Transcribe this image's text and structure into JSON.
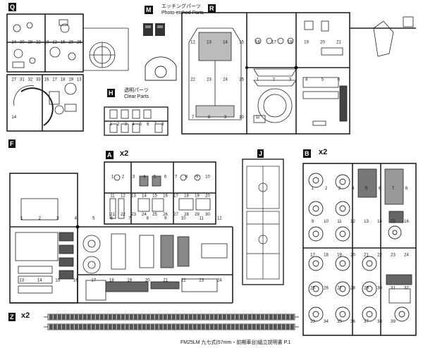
{
  "sprues": {
    "Q": {
      "label": "Q"
    },
    "M": {
      "label": "M",
      "title_jp": "エッチングパーツ",
      "title_en": "Photo-etched Parts"
    },
    "R": {
      "label": "R"
    },
    "H": {
      "label": "H",
      "title_jp": "透明パーツ",
      "title_en": "Clear Parts"
    },
    "F": {
      "label": "F"
    },
    "A": {
      "label": "A",
      "multiplier": "x2"
    },
    "J": {
      "label": "J"
    },
    "B": {
      "label": "B",
      "multiplier": "x2"
    },
    "Z": {
      "label": "Z",
      "multiplier": "x2"
    }
  },
  "footer": "FM25LM 九七式(57mm・前期車台)組立説明書 P.1",
  "part_numbers": {
    "Q": [
      "24",
      "30",
      "28",
      "22",
      "10",
      "12",
      "15",
      "20",
      "26",
      "27",
      "31",
      "32",
      "33",
      "16",
      "17",
      "18",
      "19",
      "13",
      "14"
    ],
    "R": [
      "12",
      "13",
      "14",
      "15",
      "16",
      "17",
      "18",
      "19",
      "20",
      "21",
      "22",
      "23",
      "24",
      "25",
      "1",
      "2",
      "3",
      "4",
      "5",
      "6",
      "7",
      "8",
      "9",
      "10",
      "11"
    ],
    "H": [
      "1",
      "2",
      "3",
      "4",
      "5",
      "6",
      "7",
      "8"
    ],
    "F": [
      "1",
      "2",
      "3",
      "4",
      "5",
      "6",
      "7",
      "8",
      "9",
      "10",
      "11",
      "12",
      "13",
      "14",
      "15",
      "16",
      "17",
      "18",
      "19",
      "20",
      "21",
      "22",
      "23",
      "24"
    ],
    "A": [
      "1",
      "2",
      "3",
      "4",
      "5",
      "6",
      "7",
      "8",
      "9",
      "10",
      "11",
      "12",
      "13",
      "14",
      "15",
      "16",
      "17",
      "18",
      "19",
      "20",
      "21",
      "22",
      "23",
      "24",
      "25",
      "26",
      "27",
      "28",
      "29",
      "30"
    ],
    "B": [
      "1",
      "2",
      "3",
      "4",
      "5",
      "6",
      "7",
      "8",
      "9",
      "10",
      "11",
      "12",
      "13",
      "14",
      "15",
      "16",
      "17",
      "18",
      "19",
      "20",
      "21",
      "22",
      "23",
      "24",
      "25",
      "26",
      "27",
      "28",
      "29",
      "30",
      "31",
      "32",
      "33",
      "34",
      "35",
      "36",
      "37",
      "38",
      "39"
    ]
  }
}
